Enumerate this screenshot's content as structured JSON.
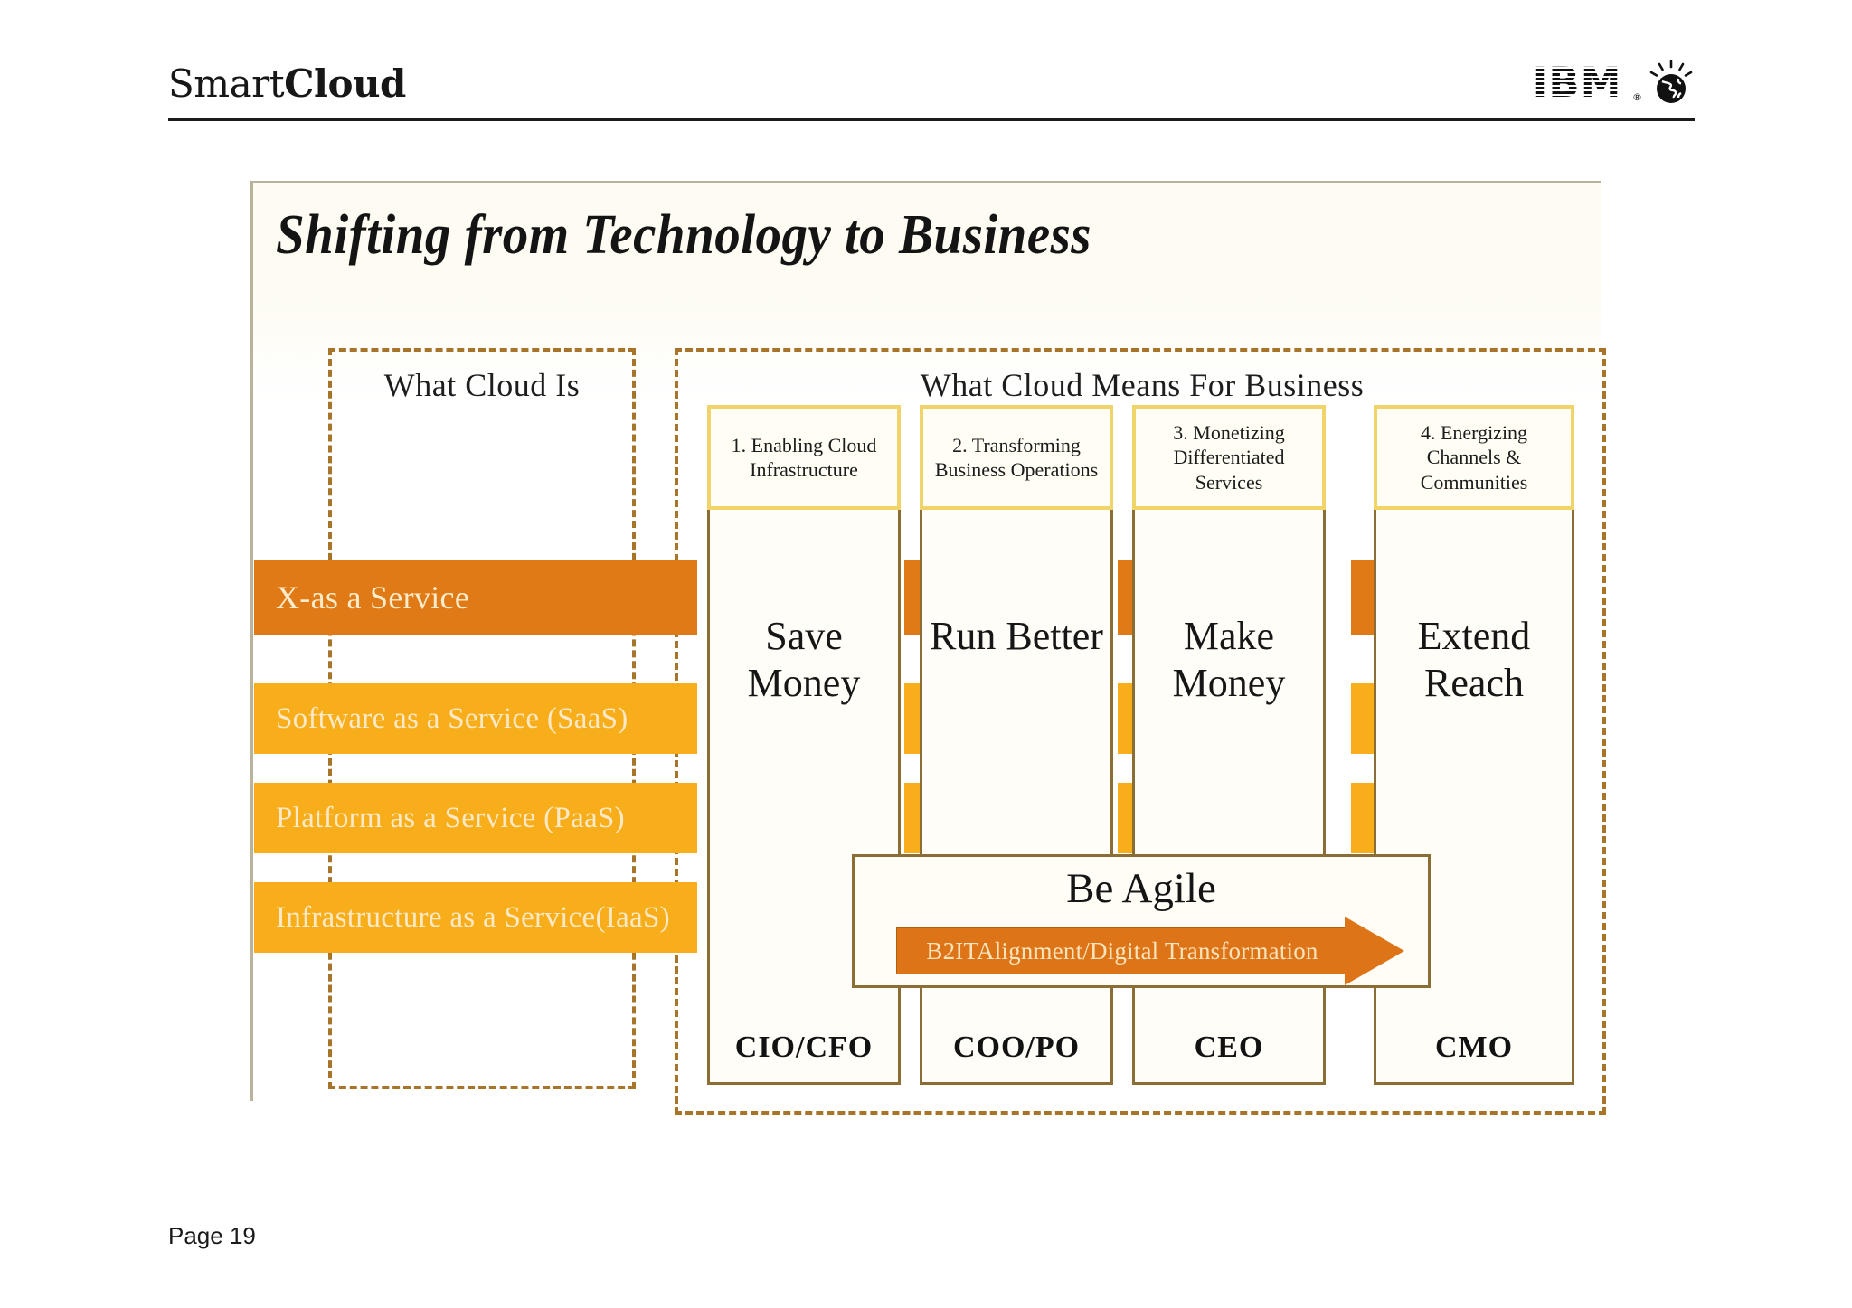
{
  "header": {
    "brand_light": "Smart",
    "brand_bold": "Cloud",
    "company": "IBM",
    "company_registered": "®",
    "globe_icon": "smarter-planet-globe-icon"
  },
  "slide": {
    "title": "Shifting from Technology to Business",
    "left_panel": {
      "heading": "What Cloud Is",
      "bars": [
        {
          "label": "X-as a Service",
          "color": "#E07A16"
        },
        {
          "label": "Software as a Service (SaaS)",
          "color": "#F7AE1A"
        },
        {
          "label": "Platform as a Service (PaaS)",
          "color": "#F7AE1A"
        },
        {
          "label": "Infrastructure as a Service(IaaS)",
          "color": "#F7AE1A"
        }
      ]
    },
    "right_panel": {
      "heading": "What Cloud Means For Business",
      "columns": [
        {
          "header": "1. Enabling Cloud Infrastructure",
          "phrase": "Save Money",
          "role": "CIO/CFO"
        },
        {
          "header": "2. Transforming Business Operations",
          "phrase": "Run Better",
          "role": "COO/PO"
        },
        {
          "header": "3. Monetizing Differentiated Services",
          "phrase": "Make Money",
          "role": "CEO"
        },
        {
          "header": "4. Energizing Channels & Communities",
          "phrase": "Extend Reach",
          "role": "CMO"
        }
      ],
      "callout": {
        "title": "Be Agile",
        "arrow_label": "B2ITAlignment/Digital Transformation",
        "arrow_color": "#DD7518"
      }
    }
  },
  "footer": {
    "page_label": "Page 19"
  },
  "colors": {
    "dark_orange": "#E07A16",
    "amber": "#F7AE1A",
    "dashed_border": "#A8742A",
    "box_border_gold": "#F0D46A",
    "box_border_brown": "#8A6E35"
  }
}
